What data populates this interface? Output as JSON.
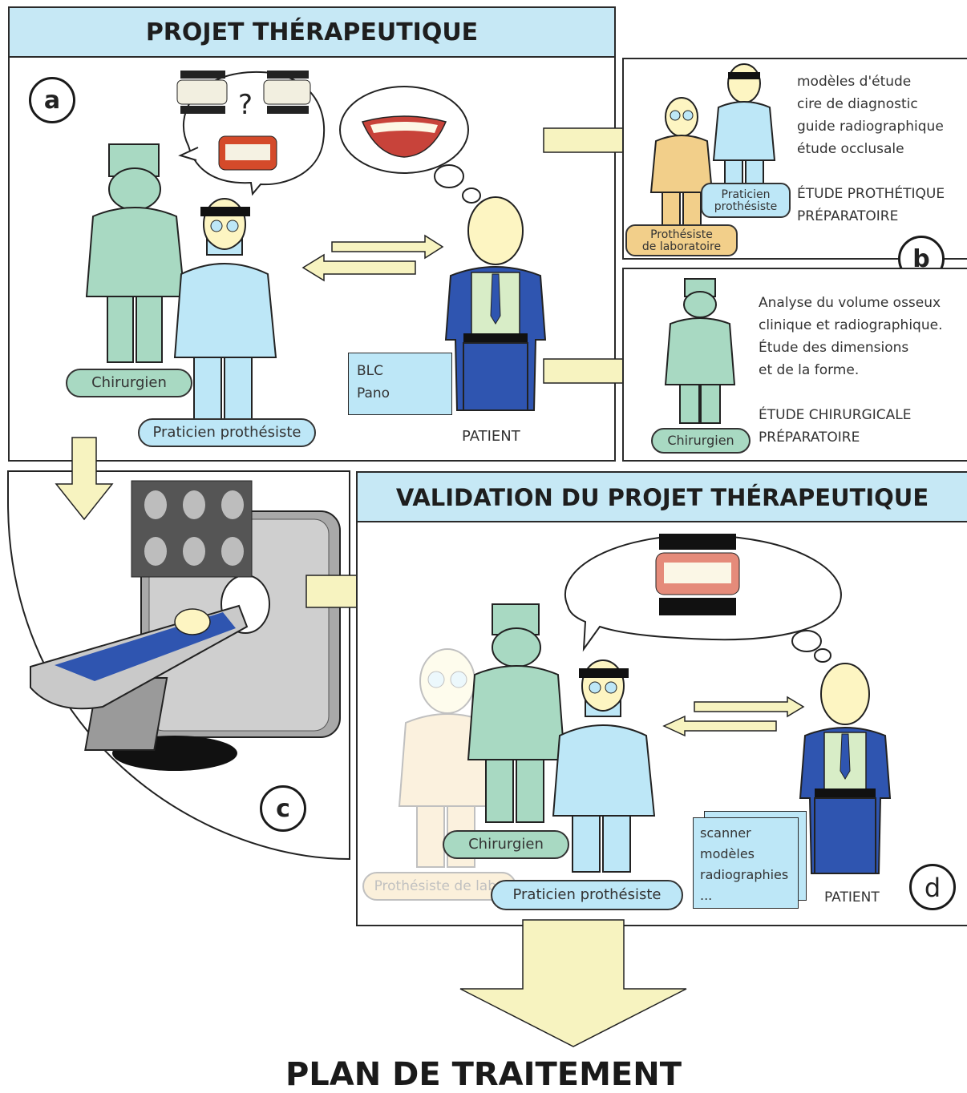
{
  "panel_a": {
    "title": "PROJET THÉRAPEUTIQUE",
    "label": "a",
    "pill_chirurgien": "Chirurgien",
    "pill_praticien": "Praticien prothésiste",
    "note_lines": [
      "BLC",
      "Pano"
    ],
    "patient_label": "PATIENT"
  },
  "panel_b": {
    "label": "b",
    "pill_praticien": [
      "Praticien",
      "prothésiste"
    ],
    "pill_laboratoire": [
      "Prothésiste",
      "de laboratoire"
    ],
    "list": [
      "modèles d'étude",
      "cire de diagnostic",
      "guide radiographique",
      "étude occlusale"
    ],
    "heading": [
      "ÉTUDE PROTHÉTIQUE",
      "PRÉPARATOIRE"
    ]
  },
  "panel_surgery": {
    "pill_chirurgien": "Chirurgien",
    "lines": [
      "Analyse du volume osseux",
      "clinique et radiographique.",
      "Étude des dimensions",
      "et de la forme."
    ],
    "heading": [
      "ÉTUDE CHIRURGICALE",
      "PRÉPARATOIRE"
    ]
  },
  "panel_c": {
    "label": "c"
  },
  "panel_d": {
    "title": "VALIDATION DU PROJET THÉRAPEUTIQUE",
    "label": "d",
    "pill_chirurgien": "Chirurgien",
    "pill_praticien": "Praticien  prothésiste",
    "pill_laboratoire": "Prothésiste de labo",
    "note_lines": [
      "scanner",
      "modèles",
      "radiographies",
      "..."
    ],
    "patient_label": "PATIENT"
  },
  "footer": {
    "title": "PLAN DE TRAITEMENT"
  },
  "colors": {
    "surgeon_green": "#a8d9c2",
    "practitioner_blue": "#bde7f7",
    "lab_tan": "#f2cf8a",
    "patient_jacket": "#2f55b0",
    "arrow_fill": "#f7f3c0",
    "header_band": "#c6e8f5"
  }
}
